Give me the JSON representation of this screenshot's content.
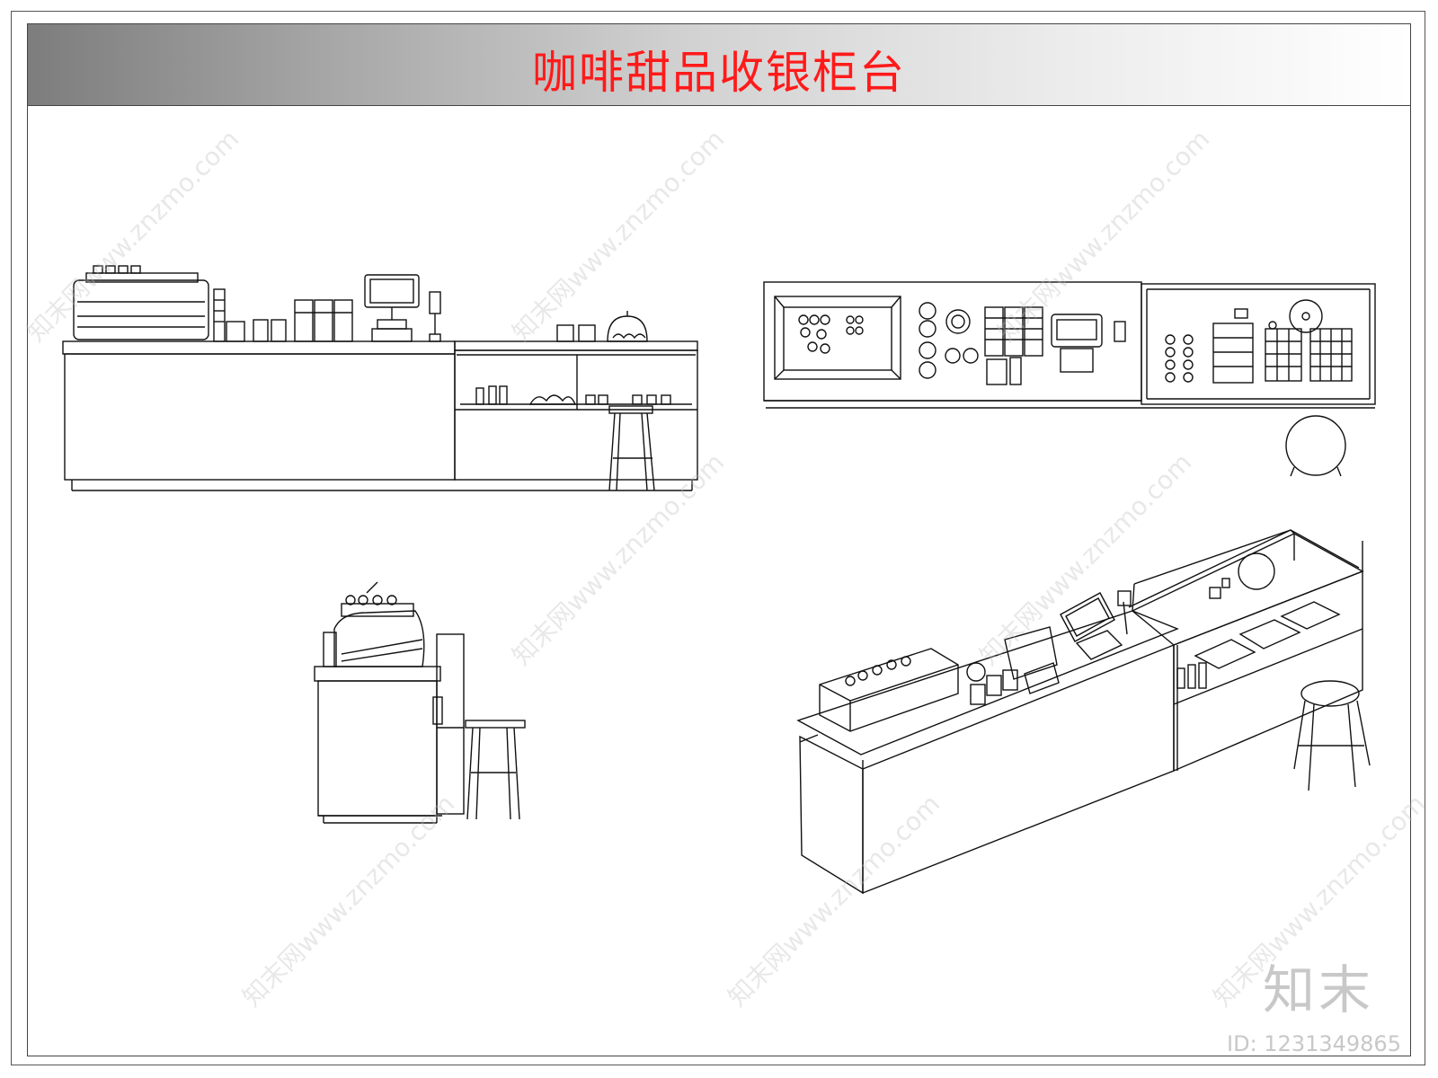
{
  "title": "咖啡甜品收银柜台",
  "watermark": {
    "brand": "知末",
    "id_label": "ID: 1231349865",
    "repeat_text": "知末网www.znzmo.com"
  },
  "colors": {
    "title_text": "#ff1a1a",
    "line": "#111111",
    "frame": "#444444"
  }
}
